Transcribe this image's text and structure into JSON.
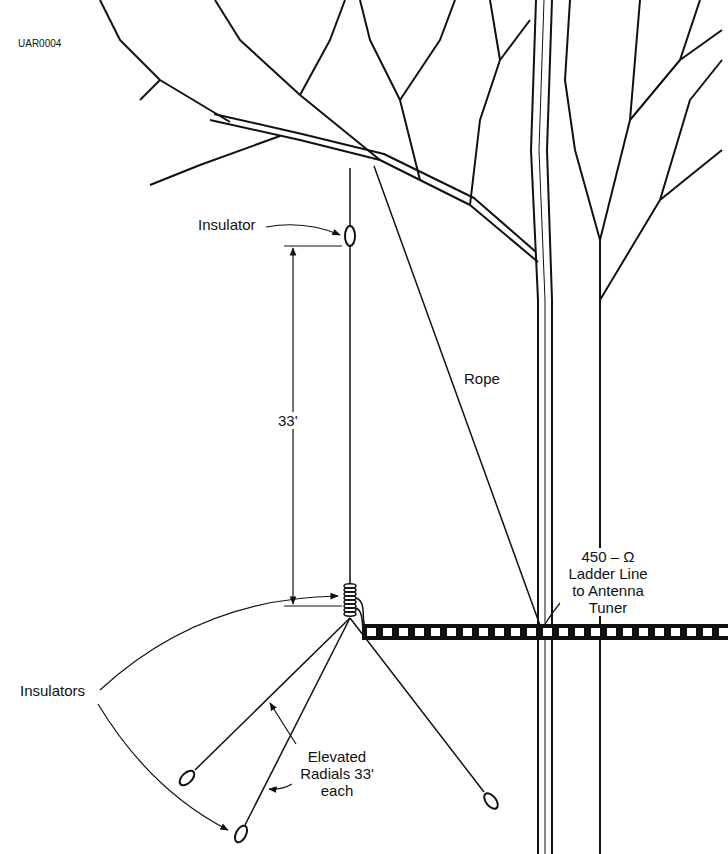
{
  "diagram": {
    "labels": [
      "UAR0004",
      "Insulator",
      "33'",
      "Rope",
      "450 – Ω Ladder Line to Antenna Tuner",
      "Insulators",
      "Elevated Radials 33' each"
    ]
  }
}
